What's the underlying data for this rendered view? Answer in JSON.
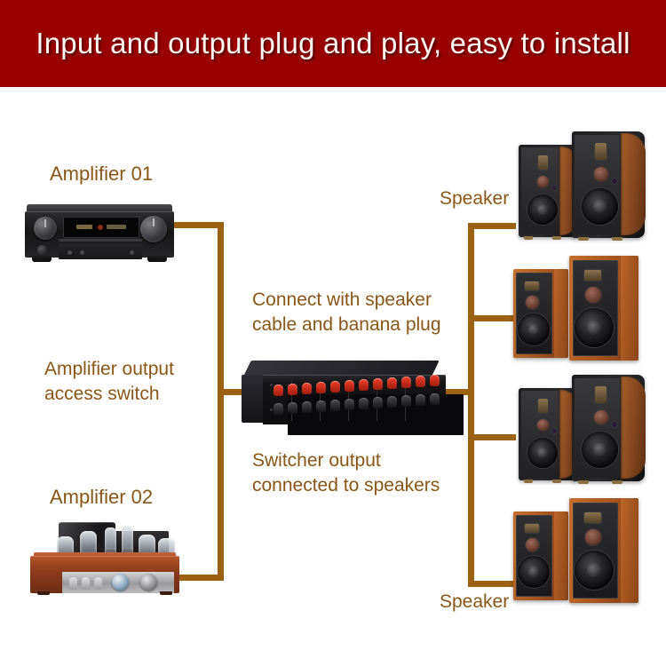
{
  "banner": {
    "title": "Input and output plug and play, easy to install",
    "bg_color": "#990000",
    "text_color": "#fdf5ef"
  },
  "theme": {
    "label_color": "#8a5616",
    "line_color": "#9c6112",
    "page_bg": "#ffffff"
  },
  "labels": {
    "amplifier_01": "Amplifier 01",
    "amplifier_02": "Amplifier 02",
    "amplifier_output_access_switch": "Amplifier output\naccess switch",
    "amplifier_output_line1": "Amplifier output",
    "amplifier_output_line2": "access switch",
    "connect_line1": "Connect with speaker",
    "connect_line2": "cable and banana plug",
    "switcher_out_line1": "Switcher output",
    "switcher_out_line2": "connected to speakers",
    "speaker_top": "Speaker",
    "speaker_bottom": "Speaker"
  },
  "devices": {
    "receiver": {
      "name": "AV receiver",
      "knob_count": 2
    },
    "tube_amp": {
      "name": "Vacuum tube amplifier",
      "tube_count": 6
    },
    "switcher": {
      "name": "Speaker selector switch",
      "channel_count": 6,
      "red_post_count": 12,
      "black_post_count": 12,
      "red_post_color": "#f0402a",
      "black_post_color": "#4a4a50"
    }
  },
  "speaker_pairs": [
    {
      "id": 1,
      "style": "black-baffle-wood-wing",
      "label": "Speaker"
    },
    {
      "id": 2,
      "style": "wood-cabinet",
      "label": ""
    },
    {
      "id": 3,
      "style": "black-baffle-wood-wing",
      "label": ""
    },
    {
      "id": 4,
      "style": "wood-cabinet",
      "label": "Speaker"
    }
  ]
}
